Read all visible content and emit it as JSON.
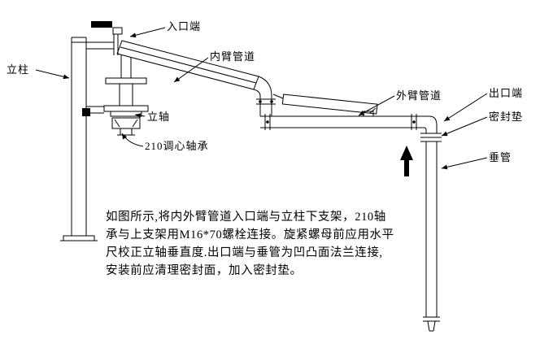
{
  "diagram": {
    "labels": {
      "column": "立柱",
      "inlet_end": "入口端",
      "inner_arm": "内臂管道",
      "vertical_shaft": "立轴",
      "bearing": "210调心轴承",
      "outer_arm": "外臂管道",
      "outlet_end": "出口端",
      "seal_gasket": "密封垫",
      "drop_pipe": "垂管"
    },
    "note_lines": [
      "如图所示,将内外臂管道入口端与立柱下支架，210轴",
      "承与上支架用M16*70螺栓连接。旋紧螺母前应用水平",
      "尺校正立轴垂直度.出口端与垂管为凹凸面法兰连接,",
      "安装前应清理密封面，加入密封垫。"
    ],
    "colors": {
      "line": "#000000",
      "background": "#ffffff"
    }
  }
}
